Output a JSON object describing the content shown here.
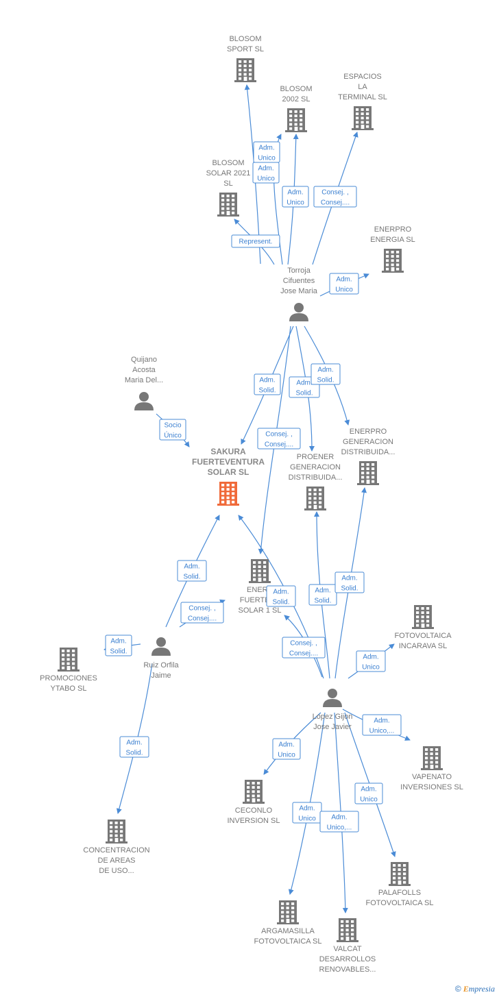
{
  "colors": {
    "edge": "#4a8bd6",
    "building": "#777777",
    "main_building": "#f06a3a",
    "person": "#777777"
  },
  "brand": {
    "copyright": "©",
    "initial": "E",
    "rest": "mpresia"
  },
  "nodes": [
    {
      "id": "blosom_sport",
      "type": "company",
      "lines": [
        "BLOSOM",
        "SPORT  SL"
      ]
    },
    {
      "id": "blosom_2002",
      "type": "company",
      "lines": [
        "BLOSOM",
        "2002 SL"
      ]
    },
    {
      "id": "espacios",
      "type": "company",
      "lines": [
        "ESPACIOS",
        "LA",
        "TERMINAL  SL"
      ]
    },
    {
      "id": "blosom_solar",
      "type": "company",
      "lines": [
        "BLOSOM",
        "SOLAR 2021",
        "SL"
      ]
    },
    {
      "id": "enerpro_energia",
      "type": "company",
      "lines": [
        "ENERPRO",
        "ENERGIA SL"
      ]
    },
    {
      "id": "torroja",
      "type": "person",
      "lines": [
        "Torroja",
        "Cifuentes",
        "Jose Maria"
      ]
    },
    {
      "id": "quijano",
      "type": "person",
      "lines": [
        "Quijano",
        "Acosta",
        "Maria Del..."
      ]
    },
    {
      "id": "sakura",
      "type": "main",
      "lines": [
        "SAKURA",
        "FUERTEVENTURA",
        "SOLAR  SL"
      ]
    },
    {
      "id": "enerpro_gen",
      "type": "company",
      "lines": [
        "ENERPRO",
        "GENERACION",
        "DISTRIBUIDA..."
      ]
    },
    {
      "id": "proener",
      "type": "company",
      "lines": [
        "PROENER",
        "GENERACION",
        "DISTRIBUIDA..."
      ]
    },
    {
      "id": "enerp_fuerte",
      "type": "company",
      "lines": [
        "ENERP",
        "FUERTEVE",
        "SOLAR 1  SL"
      ]
    },
    {
      "id": "ruiz",
      "type": "person",
      "lines": [
        "Ruiz Orfila",
        "Jaime"
      ]
    },
    {
      "id": "promociones",
      "type": "company",
      "lines": [
        "PROMOCIONES",
        "YTABO SL"
      ]
    },
    {
      "id": "fotovoltaica_inc",
      "type": "company",
      "lines": [
        "FOTOVOLTAICA",
        "INCARAVA SL"
      ]
    },
    {
      "id": "lopez",
      "type": "person",
      "lines": [
        "Lopez Gijon",
        "Jose Javier"
      ]
    },
    {
      "id": "vapenato",
      "type": "company",
      "lines": [
        "VAPENATO",
        "INVERSIONES SL"
      ]
    },
    {
      "id": "ceconlo",
      "type": "company",
      "lines": [
        "CECONLO",
        "INVERSION SL"
      ]
    },
    {
      "id": "concentracion",
      "type": "company",
      "lines": [
        "CONCENTRACION",
        "DE AREAS",
        "DE USO..."
      ]
    },
    {
      "id": "palafolls",
      "type": "company",
      "lines": [
        "PALAFOLLS",
        "FOTOVOLTAICA SL"
      ]
    },
    {
      "id": "argamasilla",
      "type": "company",
      "lines": [
        "ARGAMASILLA",
        "FOTOVOLTAICA SL"
      ]
    },
    {
      "id": "valcat",
      "type": "company",
      "lines": [
        "VALCAT",
        "DESARROLLOS",
        "RENOVABLES..."
      ]
    }
  ],
  "edges": [
    {
      "from": "torroja",
      "to": "blosom_sport",
      "label": [
        "Adm.",
        "Unico"
      ]
    },
    {
      "from": "torroja",
      "to": "blosom_2002",
      "label": [
        "Adm.",
        "Unico"
      ]
    },
    {
      "from": "torroja",
      "to": "blosom_2002",
      "label": [
        "Adm.",
        "Unico"
      ]
    },
    {
      "from": "torroja",
      "to": "espacios",
      "label": [
        "Consej. ,",
        "Consej...."
      ]
    },
    {
      "from": "torroja",
      "to": "blosom_solar",
      "label": [
        "Represent."
      ]
    },
    {
      "from": "torroja",
      "to": "enerpro_energia",
      "label": [
        "Adm.",
        "Unico"
      ]
    },
    {
      "from": "torroja",
      "to": "sakura",
      "label": [
        "Adm.",
        "Solid."
      ]
    },
    {
      "from": "torroja",
      "to": "proener",
      "label": [
        "Adm.",
        "Solid."
      ]
    },
    {
      "from": "torroja",
      "to": "enerpro_gen",
      "label": [
        "Adm.",
        "Solid."
      ]
    },
    {
      "from": "torroja",
      "to": "enerp_fuerte",
      "label": [
        "Consej. ,",
        "Consej...."
      ]
    },
    {
      "from": "quijano",
      "to": "sakura",
      "label": [
        "Socio",
        "Único"
      ]
    },
    {
      "from": "ruiz",
      "to": "sakura",
      "label": [
        "Adm.",
        "Solid."
      ]
    },
    {
      "from": "ruiz",
      "to": "enerp_fuerte",
      "label": [
        "Consej. ,",
        "Consej...."
      ]
    },
    {
      "from": "ruiz",
      "to": "promociones",
      "label": [
        "Adm.",
        "Solid."
      ]
    },
    {
      "from": "ruiz",
      "to": "concentracion",
      "label": [
        "Adm.",
        "Solid."
      ]
    },
    {
      "from": "lopez",
      "to": "sakura",
      "label": [
        "Adm.",
        "Solid."
      ]
    },
    {
      "from": "lopez",
      "to": "enerp_fuerte",
      "label": [
        "Consej. ,",
        "Consej...."
      ]
    },
    {
      "from": "lopez",
      "to": "proener",
      "label": [
        "Adm.",
        "Solid."
      ]
    },
    {
      "from": "lopez",
      "to": "enerpro_gen",
      "label": [
        "Adm.",
        "Solid."
      ]
    },
    {
      "from": "lopez",
      "to": "fotovoltaica_inc",
      "label": [
        "Adm.",
        "Unico"
      ]
    },
    {
      "from": "lopez",
      "to": "vapenato",
      "label": [
        "Adm.",
        "Unico,..."
      ]
    },
    {
      "from": "lopez",
      "to": "ceconlo",
      "label": [
        "Adm.",
        "Unico"
      ]
    },
    {
      "from": "lopez",
      "to": "palafolls",
      "label": [
        "Adm.",
        "Unico"
      ]
    },
    {
      "from": "lopez",
      "to": "argamasilla",
      "label": [
        "Adm.",
        "Unico"
      ]
    },
    {
      "from": "lopez",
      "to": "valcat",
      "label": [
        "Adm.",
        "Unico,..."
      ]
    }
  ]
}
